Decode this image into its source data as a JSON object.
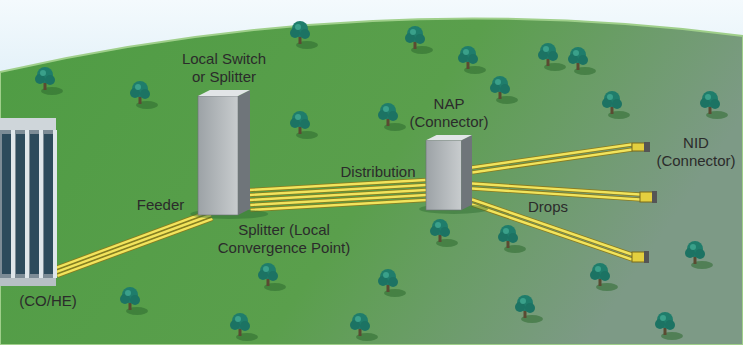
{
  "diagram": {
    "nodes": [
      {
        "text": [
          "(CO/HE)"
        ]
      },
      {
        "text": [
          "Local Switch or Splitter",
          "Splitter (Local Convergence Point)"
        ]
      },
      {
        "text": [
          "NAP (Connector)"
        ]
      },
      {
        "text": [
          "NID (Connector)"
        ]
      }
    ],
    "edges": [
      {
        "from": 0,
        "to": 1,
        "arrow": "none",
        "label": "Feeder"
      },
      {
        "from": 1,
        "to": 2,
        "arrow": "none",
        "label": "Distribution"
      },
      {
        "from": 2,
        "to": 3,
        "arrow": "none",
        "label": "Drops"
      }
    ]
  }
}
